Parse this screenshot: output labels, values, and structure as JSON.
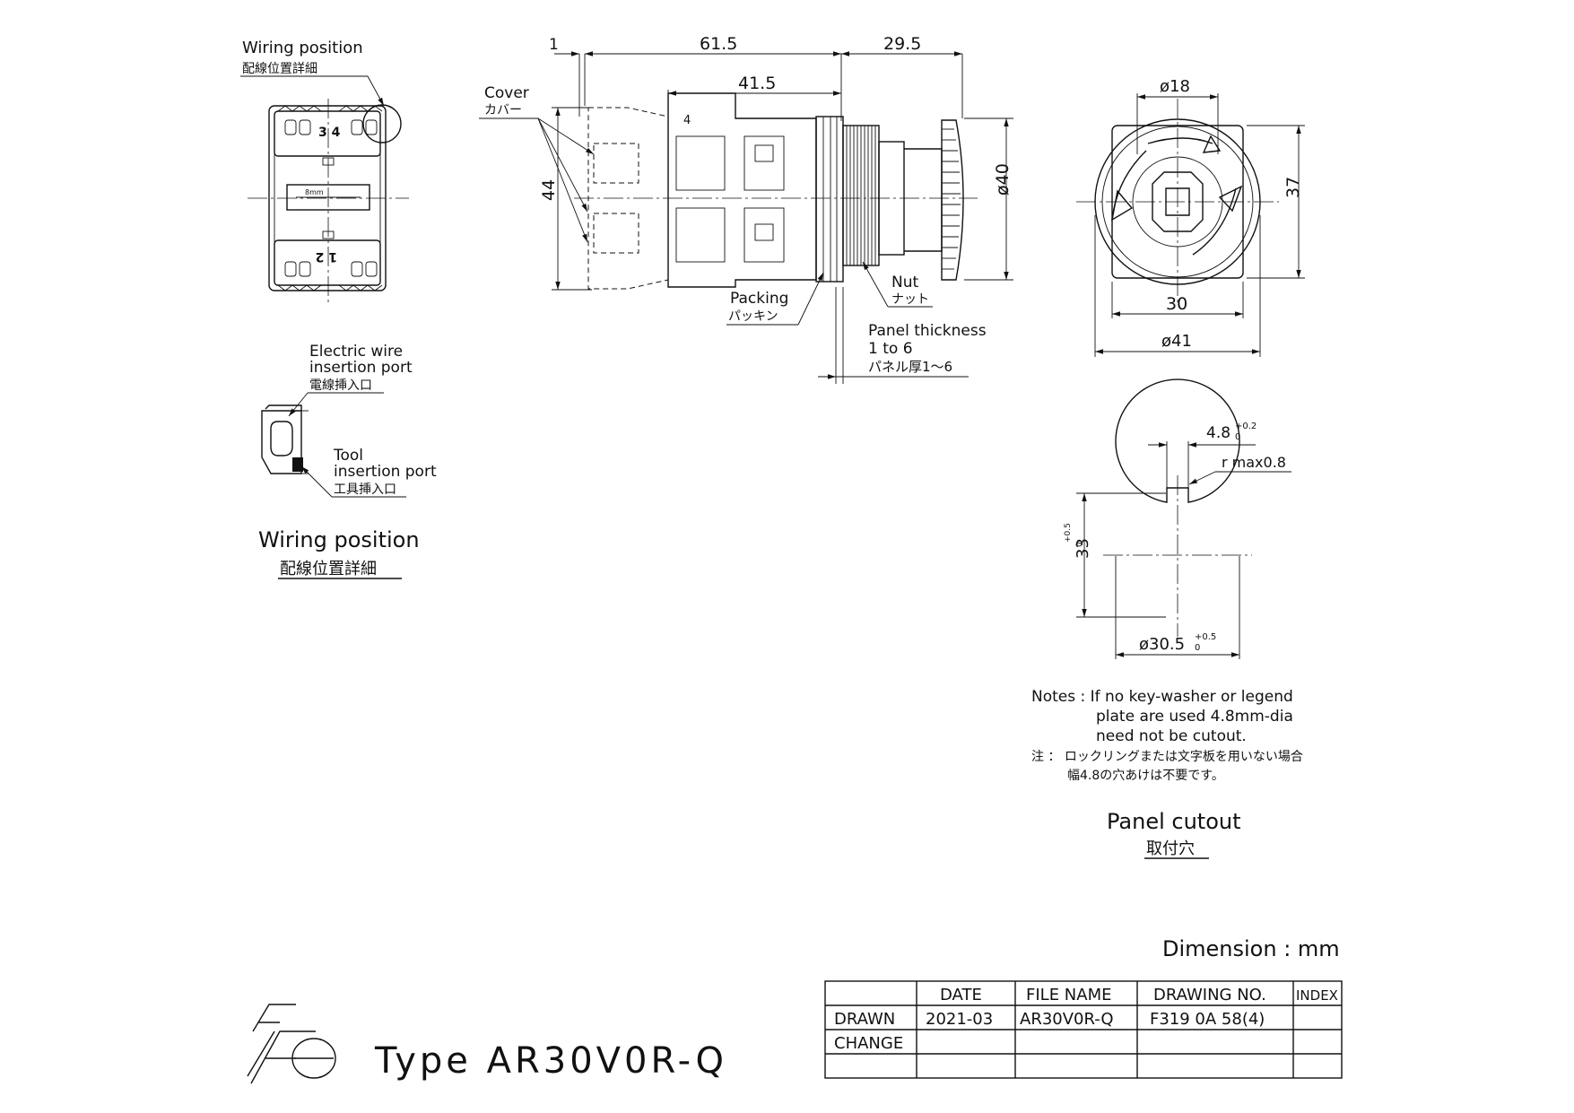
{
  "wiring_detail": {
    "callout_en": "Wiring position",
    "callout_jp": "配線位置詳細",
    "terminal_top": "3 4",
    "terminal_bottom": "1 2",
    "wire_label": "8mm",
    "electric_wire_en_1": "Electric wire",
    "electric_wire_en_2": "insertion port",
    "electric_wire_jp": "電線挿入口",
    "tool_en_1": "Tool",
    "tool_en_2": "insertion port",
    "tool_jp": "工具挿入口",
    "title_en": "Wiring position",
    "title_jp": "配線位置詳細"
  },
  "side_view": {
    "dim_1": "1",
    "dim_61_5": "61.5",
    "dim_29_5": "29.5",
    "dim_41_5": "41.5",
    "dim_44": "44",
    "dim_40": "ø40",
    "terminal_num": "4",
    "cover_en": "Cover",
    "cover_jp": "カバー",
    "packing_en": "Packing",
    "packing_jp": "パッキン",
    "nut_en": "Nut",
    "nut_jp": "ナット",
    "panel_en_1": "Panel thickness",
    "panel_en_2": "1 to 6",
    "panel_jp": "パネル厚1～6"
  },
  "front_view": {
    "dim_18": "ø18",
    "dim_37": "37",
    "dim_30": "30",
    "dim_41": "ø41"
  },
  "cutout": {
    "dim_4_8": "4.8",
    "dim_4_8_tol_up": "+0.2",
    "dim_4_8_tol_low": "0",
    "r_max": "r max0.8",
    "dim_33": "33",
    "dim_33_tol_up": "+0.5",
    "dim_33_tol_low": "0",
    "dim_30_5": "ø30.5",
    "dim_30_5_tol_up": "+0.5",
    "dim_30_5_tol_low": "0",
    "note_en_1": "Notes : If no key-washer or legend",
    "note_en_2": "plate are used 4.8mm-dia",
    "note_en_3": "need not be cutout.",
    "note_jp_1": "注 ： ロックリングまたは文字板を用いない場合",
    "note_jp_2": "幅4.8の穴あけは不要です。",
    "title_en": "Panel cutout",
    "title_jp": "取付穴"
  },
  "dimension_unit": "Dimension : mm",
  "logo": "Fe",
  "type_label": "Type AR30V0R-Q",
  "title_block": {
    "headers": [
      "",
      "DATE",
      "FILE NAME",
      "DRAWING NO.",
      "INDEX"
    ],
    "rows": [
      [
        "DRAWN",
        "2021-03",
        "AR30V0R-Q",
        "F319 0A 58(4)",
        ""
      ],
      [
        "CHANGE",
        "",
        "",
        "",
        ""
      ],
      [
        "",
        "",
        "",
        "",
        ""
      ]
    ]
  }
}
